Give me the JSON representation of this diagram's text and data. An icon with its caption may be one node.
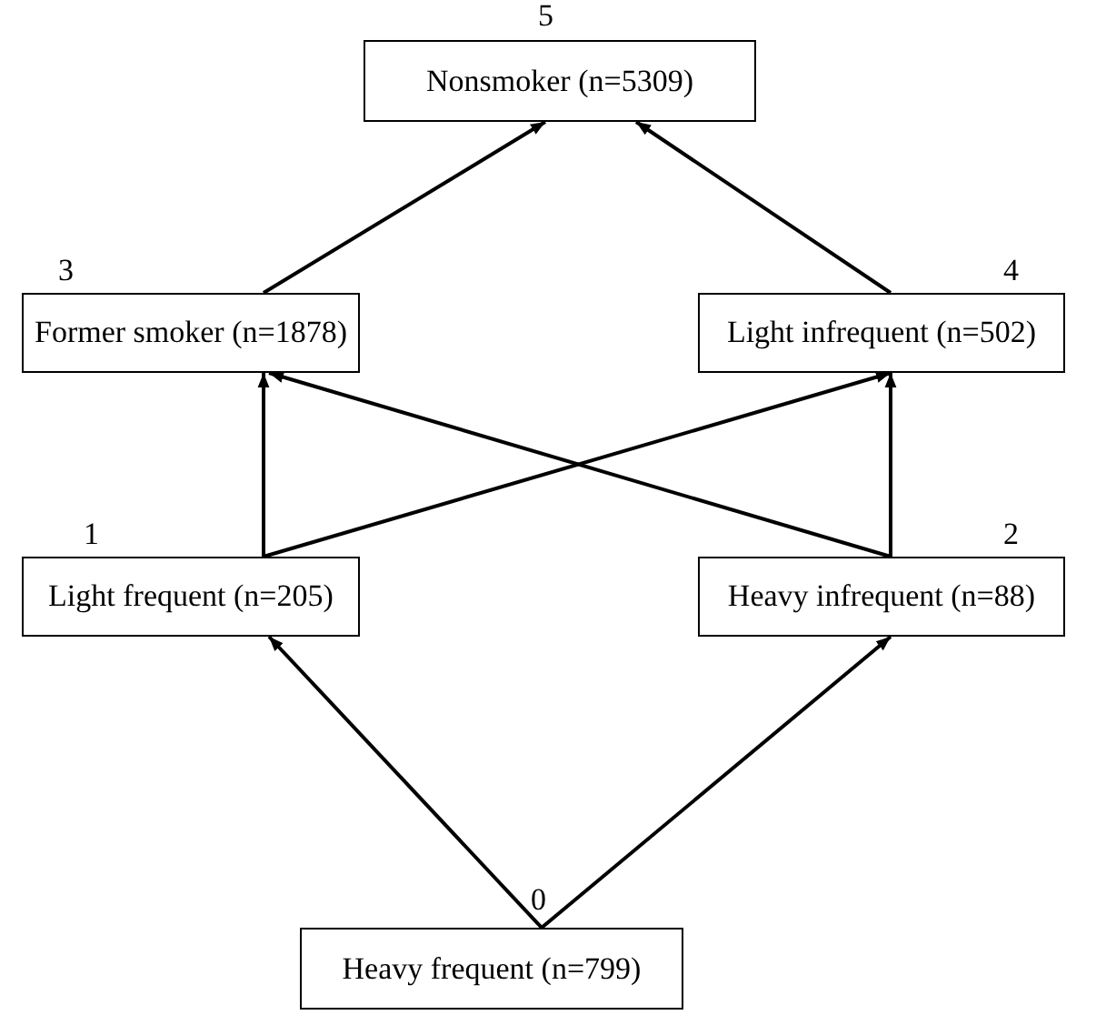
{
  "diagram": {
    "nodes": [
      {
        "text": [
          "Nonsmoker (n=5309)"
        ],
        "beside": [
          "5"
        ]
      },
      {
        "text": [
          "Former smoker (n=1878)"
        ],
        "beside": [
          "3"
        ]
      },
      {
        "text": [
          "Light infrequent (n=502)"
        ],
        "beside": [
          "4"
        ]
      },
      {
        "text": [
          "Light frequent (n=205)"
        ],
        "beside": [
          "1"
        ]
      },
      {
        "text": [
          "Heavy infrequent (n=88)"
        ],
        "beside": [
          "2"
        ]
      },
      {
        "text": [
          "Heavy frequent (n=799)"
        ],
        "beside": [
          "0"
        ]
      }
    ],
    "edges": [
      {
        "from": 1,
        "to": 0,
        "arrow": "to"
      },
      {
        "from": 2,
        "to": 0,
        "arrow": "to"
      },
      {
        "from": 3,
        "to": 1,
        "arrow": "to"
      },
      {
        "from": 3,
        "to": 2,
        "arrow": "to"
      },
      {
        "from": 4,
        "to": 1,
        "arrow": "to"
      },
      {
        "from": 4,
        "to": 2,
        "arrow": "to"
      },
      {
        "from": 5,
        "to": 3,
        "arrow": "to"
      },
      {
        "from": 5,
        "to": 4,
        "arrow": "to"
      }
    ]
  }
}
